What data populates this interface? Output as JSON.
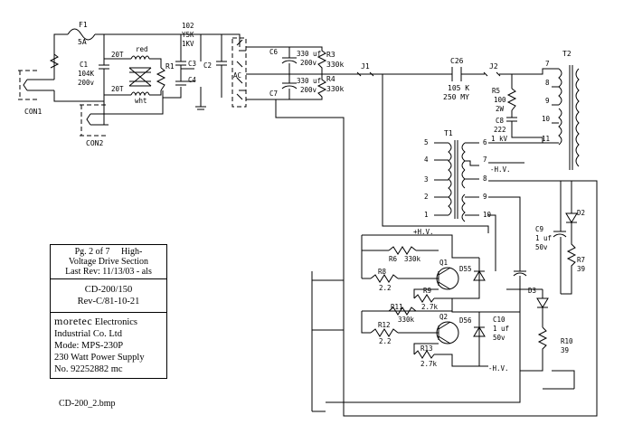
{
  "schematic": {
    "connectors": {
      "con1": "CON1",
      "con2": "CON2"
    },
    "fuse": {
      "ref": "F1",
      "value": "5A"
    },
    "input_section": {
      "c1": [
        "C1",
        "104K",
        "200v"
      ],
      "turns_top": "20T",
      "turns_bottom": "20T",
      "wire_red": "red",
      "wire_white": "wht",
      "r1": "R1",
      "cap_note": [
        "102",
        "Y5K",
        "1KV"
      ],
      "c3": "C3",
      "c4": "C4",
      "c2": "C2",
      "ac": "AC"
    },
    "bridge": {
      "c6": "C6",
      "c6_val": [
        "330 uf",
        "200v"
      ],
      "c7": "C7",
      "c7_val": [
        "330 uf",
        "200v"
      ],
      "r3": [
        "R3",
        "330k"
      ],
      "r4": [
        "R4",
        "330k"
      ]
    },
    "output": {
      "j1": "J1",
      "j2": "J2",
      "c26": [
        "C26",
        "105 K",
        "250 MY"
      ],
      "r5": [
        "R5",
        "100",
        "2W"
      ],
      "c8": [
        "C8",
        "222",
        "1 kV"
      ],
      "t2": "T2",
      "t2_pins": [
        "7",
        "8",
        "9",
        "10",
        "11"
      ]
    },
    "driver": {
      "t1": "T1",
      "t1_pins_left": [
        "5",
        "4",
        "3",
        "2",
        "1"
      ],
      "t1_pins_right": [
        "6",
        "7",
        "8",
        "9",
        "10"
      ],
      "hv_minus_top": "-H.V.",
      "hv_plus": "+H.V.",
      "hv_minus_bottom": "-H.V.",
      "r6": [
        "R6",
        "330k"
      ],
      "r8": [
        "R8",
        "2.2"
      ],
      "r9": [
        "R9",
        "2.7k"
      ],
      "q1": "Q1",
      "d55": "D55",
      "r11": [
        "R11",
        "330k"
      ],
      "r12": [
        "R12",
        "2.2"
      ],
      "r13": [
        "R13",
        "2.7k"
      ],
      "q2": "Q2",
      "d56": "D56",
      "c10": [
        "C10",
        "1 uf",
        "50v"
      ],
      "c9": [
        "C9",
        "1 uf",
        "50v"
      ],
      "d2": "D2",
      "d3": "D3",
      "r7": [
        "R7",
        "39"
      ],
      "r10": [
        "R10",
        "39"
      ]
    }
  },
  "title_block": {
    "line1": "Pg. 2 of 7     High-",
    "line2": "Voltage Drive Section",
    "line3": "Last Rev: 11/13/03 - als",
    "model1": "CD-200/150",
    "model2": "Rev-C/81-10-21",
    "brand": "moretec",
    "brand_rest": " Electronics",
    "company2": "Industrial Co. Ltd",
    "mode": "Mode: MPS-230P",
    "power": "230 Watt Power Supply",
    "number": "No. 92252882 mc"
  },
  "filename": "CD-200_2.bmp"
}
